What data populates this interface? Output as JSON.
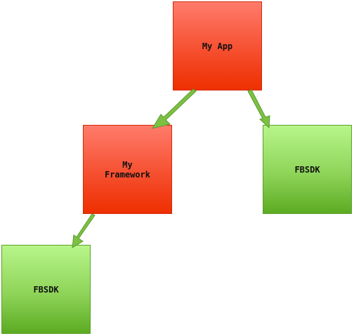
{
  "nodes": {
    "app": {
      "label": "My App",
      "color": "#f2401a"
    },
    "framework": {
      "label": "My\nFramework",
      "color": "#f2401a"
    },
    "fbsdk_app": {
      "label": "FBSDK",
      "color": "#8ed459"
    },
    "fbsdk_framework": {
      "label": "FBSDK",
      "color": "#8ed459"
    }
  },
  "edges": [
    {
      "from": "My App",
      "to": "My Framework"
    },
    {
      "from": "My App",
      "to": "FBSDK"
    },
    {
      "from": "My Framework",
      "to": "FBSDK"
    }
  ],
  "arrow_color": "#7cc142"
}
